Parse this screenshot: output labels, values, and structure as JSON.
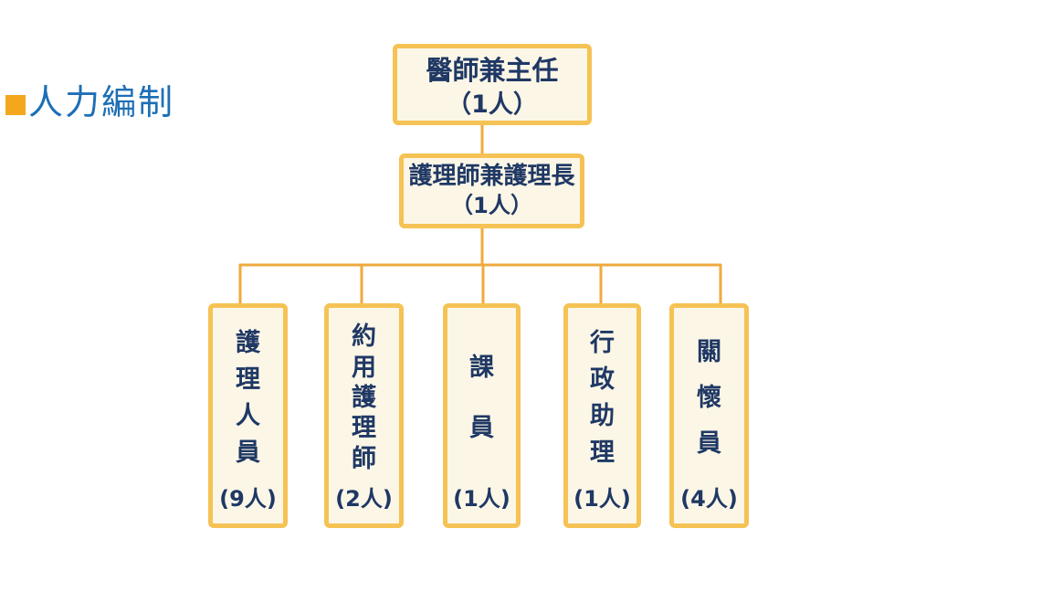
{
  "slide": {
    "title": "人力編制"
  },
  "colors": {
    "background": "#ffffff",
    "title_text": "#1d6fb5",
    "title_bullet": "#f4a71d",
    "box_border": "#f5c254",
    "box_fill": "#fcf6e7",
    "box_text": "#1f3864",
    "connector": "#efaa3e"
  },
  "org_chart": {
    "root": {
      "title": "醫師兼主任",
      "count": "（1人）"
    },
    "manager": {
      "title": "護理師兼護理長",
      "count": "（1人）"
    },
    "units": [
      {
        "title": "護理人員",
        "count": "(9人)"
      },
      {
        "title": "約用護理師",
        "count": "(2人)"
      },
      {
        "title": "課員",
        "count": "(1人)"
      },
      {
        "title": "行政助理",
        "count": "(1人)"
      },
      {
        "title": "關懷員",
        "count": "(4人)"
      }
    ]
  }
}
